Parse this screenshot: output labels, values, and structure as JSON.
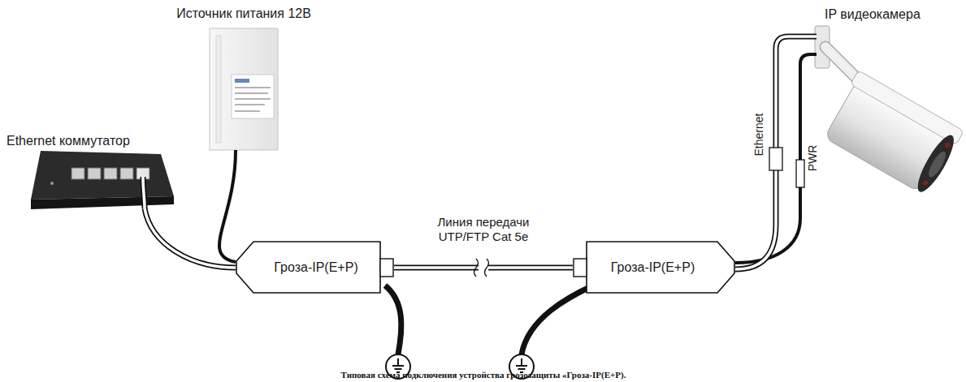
{
  "diagram": {
    "caption": "Типовая схема подключения устройства грозозащиты «Гроза-IP(E+P).",
    "nodes": [
      {
        "text": [
          "Ethernet коммутатор"
        ]
      },
      {
        "text": [
          "Источник питания 12В"
        ]
      },
      {
        "text": [
          "Гроза-IP(E+P)"
        ]
      },
      {
        "text": [
          "Гроза-IP(E+P)"
        ]
      },
      {
        "text": [
          "IP видеокамера"
        ]
      }
    ],
    "edges": [
      {
        "from": 0,
        "to": 2,
        "arrow": "none"
      },
      {
        "from": 1,
        "to": 2,
        "arrow": "none"
      },
      {
        "from": 2,
        "to": 3,
        "label": "Линия передачи UTP/FTP Cat 5e",
        "arrow": "none"
      },
      {
        "from": 3,
        "to": 4,
        "arrow": "none"
      }
    ],
    "labels": [
      "Ethernet",
      "PWR"
    ]
  }
}
